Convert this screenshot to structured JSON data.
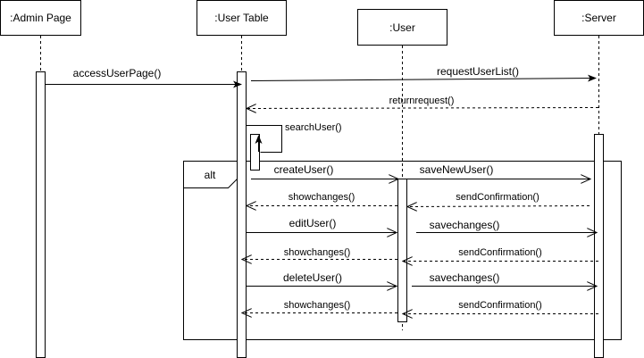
{
  "participants": {
    "admin_page": ":Admin Page",
    "user_table": ":User Table",
    "user": ":User",
    "server": ":Server"
  },
  "messages": {
    "access_user_page": "accessUserPage()",
    "request_user_list": "requestUserList()",
    "return_request": "returnrequest()",
    "search_user": "searchUser()",
    "create_user": "createUser()",
    "save_new_user": "saveNewUser()",
    "show_changes_1": "showchanges()",
    "send_confirmation_1": "sendConfirmation()",
    "edit_user": "editUser()",
    "save_changes_1": "savechanges()",
    "show_changes_2": "showchanges()",
    "send_confirmation_2": "sendConfirmation()",
    "delete_user": "deleteUser()",
    "save_changes_2": "savechanges()",
    "show_changes_3": "showchanges()",
    "send_confirmation_3": "sendConfirmation()"
  },
  "fragment": {
    "label": "alt"
  }
}
